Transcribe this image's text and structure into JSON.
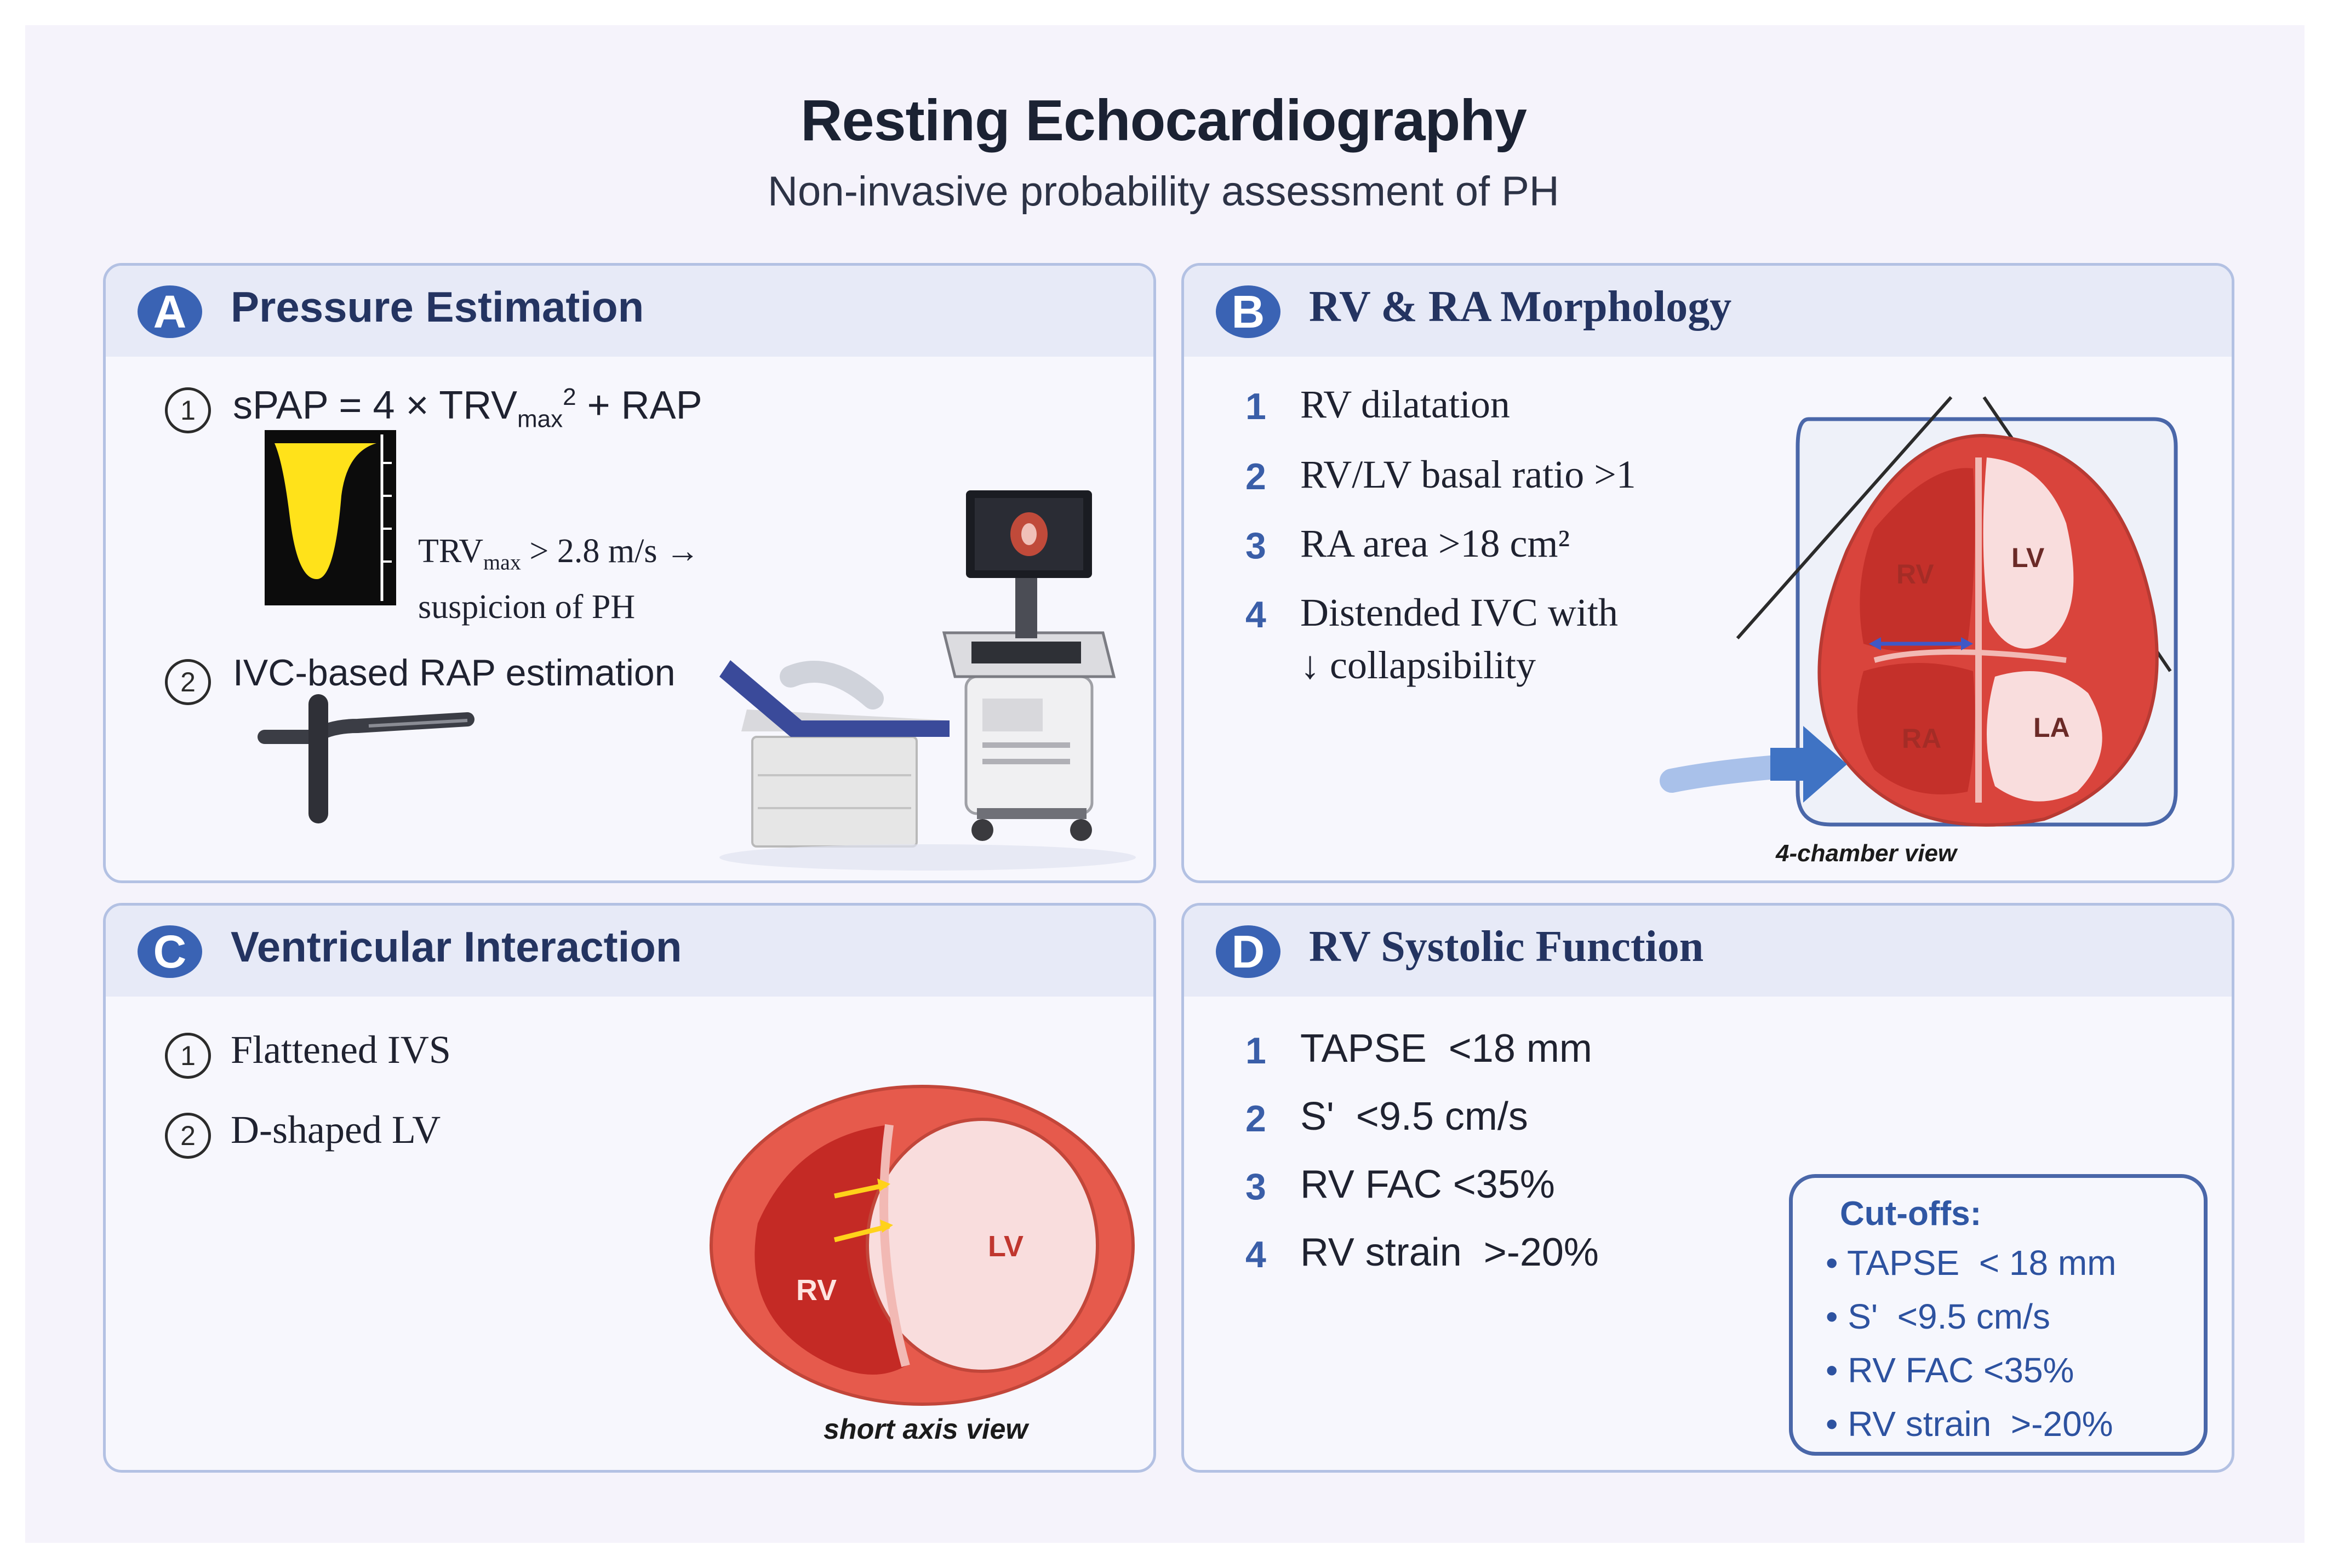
{
  "title": "Resting Echocardiography",
  "subtitle": "Non-invasive probability assessment of PH",
  "panels": {
    "a": {
      "letter": "A",
      "title": "Pressure Estimation",
      "item1_num": "1",
      "item1_text": "sPAP = 4 × TRV",
      "item1_sub": "max",
      "item1_sup": "2",
      "item1_tail": " + RAP",
      "trv_line1_pre": "TRV",
      "trv_line1_sub": "max",
      "trv_line1_post": " > 2.8 m/s →",
      "trv_line2": "suspicion of PH",
      "item2_num": "2",
      "item2_text": "IVC-based RAP estimation"
    },
    "b": {
      "letter": "B",
      "title": "RV & RA Morphology",
      "items": [
        {
          "num": "1",
          "text": "RV dilatation"
        },
        {
          "num": "2",
          "text": "RV/LV basal ratio >1"
        },
        {
          "num": "3",
          "text": "RA area >18 cm²"
        },
        {
          "num": "4",
          "text": "Distended IVC with"
        }
      ],
      "item4_line2": "↓ collapsibility",
      "heart_labels": {
        "rv": "RV",
        "lv": "LV",
        "ra": "RA",
        "la": "LA"
      },
      "view_label": "4-chamber view"
    },
    "c": {
      "letter": "C",
      "title": "Ventricular Interaction",
      "items": [
        {
          "num": "1",
          "text": "Flattened IVS"
        },
        {
          "num": "2",
          "text": "D-shaped LV"
        }
      ],
      "heart_labels": {
        "rv": "RV",
        "lv": "LV"
      },
      "view_label": "short axis view"
    },
    "d": {
      "letter": "D",
      "title": "RV Systolic Function",
      "items": [
        {
          "num": "1",
          "text": "TAPSE  <18 mm"
        },
        {
          "num": "2",
          "text": "S'  <9.5 cm/s"
        },
        {
          "num": "3",
          "text": "RV FAC <35%"
        },
        {
          "num": "4",
          "text": "RV strain  >-20%"
        }
      ],
      "cutoffs": {
        "title": "Cut-offs:",
        "items": [
          "• TAPSE  < 18 mm",
          "• S'  <9.5 cm/s",
          "• RV FAC <35%",
          "• RV strain  >-20%"
        ]
      }
    }
  },
  "colors": {
    "accent": "#3a63b4",
    "panel_border": "#b3c1e3",
    "myocardium": "#d9443c",
    "chamber_light": "#f9dddd",
    "doppler_yellow": "#ffe21a"
  }
}
